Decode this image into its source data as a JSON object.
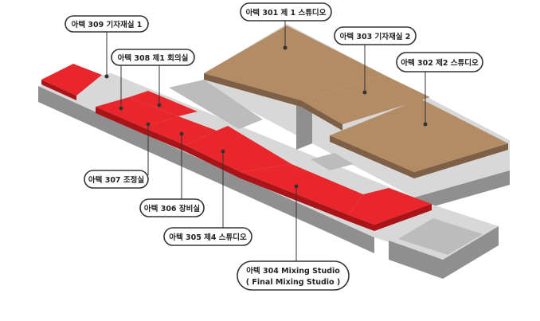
{
  "colors": {
    "room_red": "#e8262b",
    "room_red_side": "#a81418",
    "studio_brown": "#b38c66",
    "studio_brown_side": "#7e6047",
    "wall_top": "#d8d8d8",
    "wall_side": "#8f8f8f",
    "floor": "#bcbcbc",
    "line": "#333333",
    "callout_bg": "#ffffff"
  },
  "rooms": {
    "r309": {
      "label": "아텍 309 기자재실 1"
    },
    "r308": {
      "label": "아텍 308 제1 회의실"
    },
    "r301": {
      "label": "아텍 301 제 1 스튜디오"
    },
    "r303": {
      "label": "아텍 303 기자재실 2"
    },
    "r302": {
      "label": "아텍 302 제2 스튜디오"
    },
    "r307": {
      "label": "아텍 307 조정실"
    },
    "r306": {
      "label": "아텍 306 장비실"
    },
    "r305": {
      "label": "아텍 305 제4 스튜디오"
    },
    "r304": {
      "label_line1": "아텍 304 Mixing Studio",
      "label_line2": "( Final Mixing Studio )"
    }
  }
}
